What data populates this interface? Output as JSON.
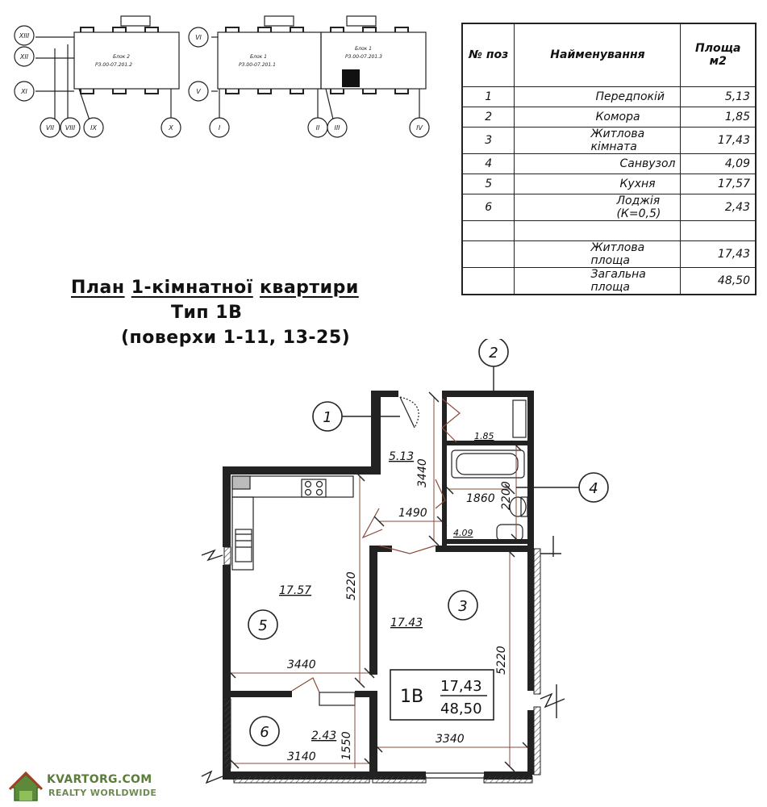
{
  "title": {
    "line1_a": "План",
    "line1_b": "1-кімнатної",
    "line1_c": "квартири",
    "line2": "Тип 1В",
    "line3": "(поверхи 1-11, 13-25)"
  },
  "table": {
    "header_pos": "№ поз",
    "header_name": "Найменування",
    "header_area": "Площа м2",
    "rows": [
      {
        "pos": "1",
        "name": "Передпокій",
        "area": "5,13"
      },
      {
        "pos": "2",
        "name": "Комора",
        "area": "1,85"
      },
      {
        "pos": "3",
        "name": "Житлова кімната",
        "area": "17,43"
      },
      {
        "pos": "4",
        "name": "Санвузол",
        "area": "4,09"
      },
      {
        "pos": "5",
        "name": "Кухня",
        "area": "17,57"
      },
      {
        "pos": "6",
        "name": "Лоджія (К=0,5)",
        "area": "2,43"
      }
    ],
    "living_label": "Житлова площа",
    "living_value": "17,43",
    "total_label": "Загальна площа",
    "total_value": "48,50"
  },
  "key_plan": {
    "axes": [
      "XIII",
      "XII",
      "XI",
      "VII",
      "VIII",
      "IX",
      "X",
      "VI",
      "V",
      "I",
      "II",
      "III",
      "IV"
    ]
  },
  "plan": {
    "callouts": [
      "1",
      "2",
      "3",
      "4",
      "5",
      "6"
    ],
    "room_areas": {
      "hall": "5.13",
      "storage": "1.85",
      "bath": "4.09",
      "kitchen": "17.57",
      "living": "17.43",
      "loggia": "2.43"
    },
    "dims": {
      "hall_h": "3440",
      "hall_w": "1490",
      "bath_w": "1860",
      "bath_h": "2200",
      "kitchen_h": "5220",
      "living_h": "5220",
      "kitchen_w": "3440",
      "living_w": "3340",
      "loggia_w": "3140",
      "loggia_h": "1550"
    },
    "stamp_type": "1В",
    "stamp_living": "17,43",
    "stamp_total": "48,50"
  },
  "logo": {
    "brand": "KVARTORG.COM",
    "tagline": "REALTY WORLDWIDE",
    "color": "#5a7d3a"
  }
}
